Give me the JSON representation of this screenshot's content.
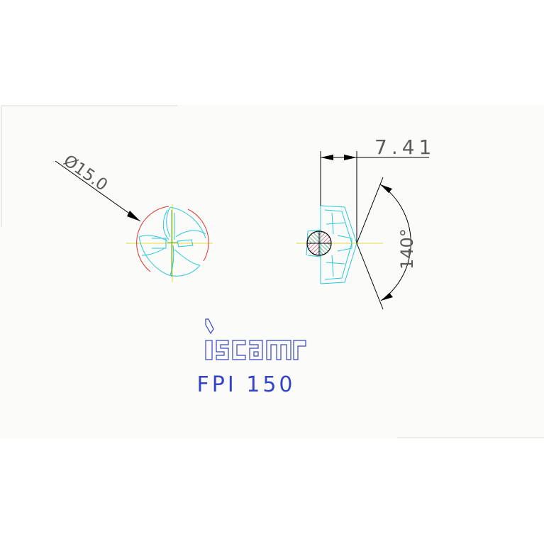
{
  "drawing": {
    "diameter_label": "Ø15.0",
    "depth_label": "7.41",
    "angle_label": "140°",
    "brand_logo": "iscar",
    "product_label": "FPI 150"
  },
  "colors": {
    "sheet": "#fbfcf9",
    "sheet_border": "#d8dcd6",
    "dimension": "#000000",
    "outline_cyan": "#29c8d8",
    "centerline": "#e6dc3a",
    "cut_circle": "#e0302c",
    "hatch_red": "#c03050",
    "hatch_green": "#2a8a5a",
    "brand_blue": "#3444c8"
  }
}
